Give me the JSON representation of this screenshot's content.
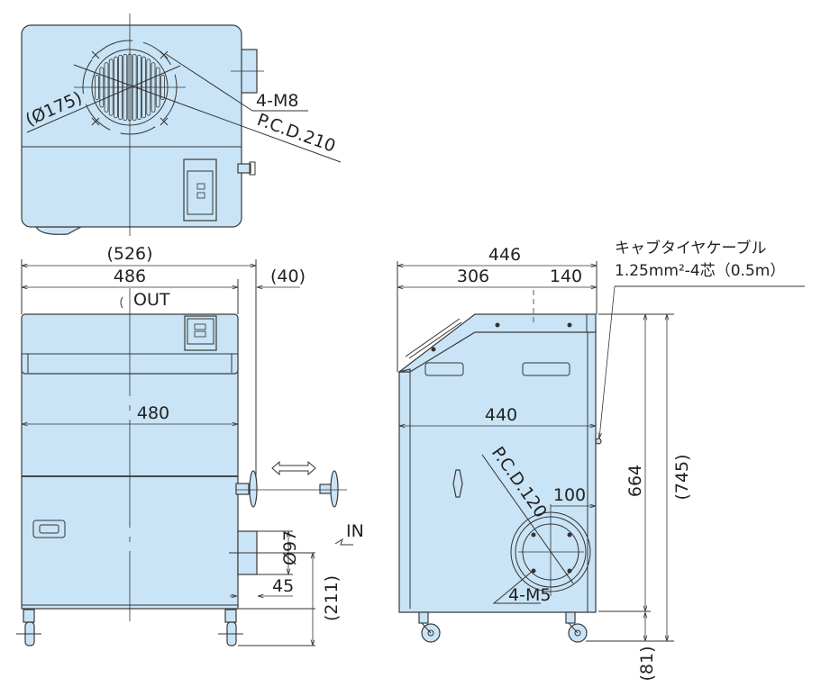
{
  "top_view": {
    "label_phi175": "(Ø175)",
    "label_4m8": "4-M8",
    "label_pcd210": "P.C.D.210"
  },
  "front_view": {
    "dim_526": "(526)",
    "dim_486": "486",
    "dim_40": "(40)",
    "label_out": "OUT",
    "dim_480": "480",
    "dim_phi97": "Ø97",
    "label_in": "IN",
    "dim_45": "45",
    "dim_211": "(211)"
  },
  "side_view": {
    "dim_446": "446",
    "dim_306": "306",
    "dim_140": "140",
    "dim_440": "440",
    "dim_664": "664",
    "dim_745": "(745)",
    "dim_81": "(81)",
    "dim_100": "100",
    "label_pcd120": "P.C.D.120",
    "label_4m5": "4-M5",
    "cable_line1": "キャブタイヤケーブル",
    "cable_line2": "1.25mm²-4芯（0.5m）"
  },
  "colors": {
    "body": "#c9e4f6",
    "line": "#333333"
  }
}
